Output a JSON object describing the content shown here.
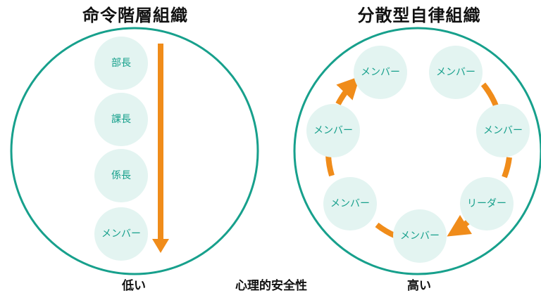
{
  "left_diagram": {
    "title": "命令階層組織",
    "levels": [
      "部長",
      "課長",
      "係長",
      "メンバー"
    ],
    "scale_label": "低い"
  },
  "right_diagram": {
    "title": "分散型自律組織",
    "nodes": [
      "メンバー",
      "メンバー",
      "メンバー",
      "リーダー",
      "メンバー",
      "メンバー",
      "メンバー"
    ],
    "scale_label": "高い"
  },
  "axis_label": "心理的安全性",
  "colors": {
    "circle_stroke": "#17a08c",
    "node_fill": "#e3f4f1",
    "node_text": "#17a08c",
    "arrow": "#f08c1a"
  }
}
